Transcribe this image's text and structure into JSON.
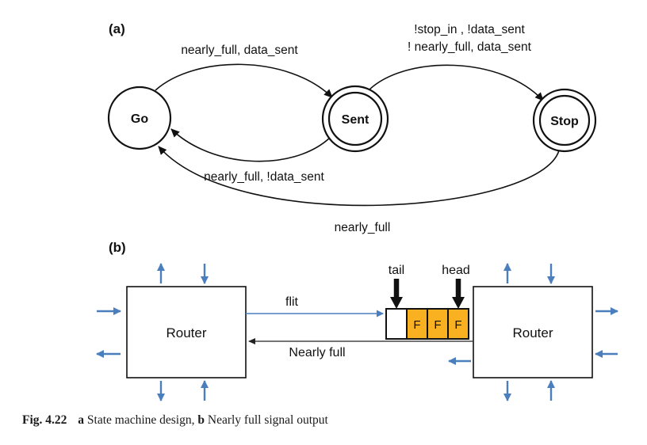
{
  "colors": {
    "stroke": "#111111",
    "blue": "#4a7ebc",
    "orange": "#f9b021"
  },
  "panel_a": {
    "label": "(a)",
    "states": [
      {
        "name": "Go",
        "double": false
      },
      {
        "name": "Sent",
        "double": true
      },
      {
        "name": "Stop",
        "double": true
      }
    ],
    "transitions": {
      "go_to_sent": "nearly_full, data_sent",
      "sent_to_stop_line1": "!stop_in , !data_sent",
      "sent_to_stop_line2": "! nearly_full, data_sent",
      "sent_to_go": "nearly_full, !data_sent",
      "stop_to_go": "nearly_full"
    }
  },
  "panel_b": {
    "label": "(b)",
    "router_left": "Router",
    "router_right": "Router",
    "flit_label": "flit",
    "nearly_full_label": "Nearly full",
    "tail_label": "tail",
    "head_label": "head",
    "buffer_cells": [
      "",
      "F",
      "F",
      "F"
    ]
  },
  "caption": {
    "fig": "Fig. 4.22",
    "a_marker": "a",
    "a_text": "State machine design,",
    "b_marker": "b",
    "b_text": "Nearly full signal output"
  }
}
